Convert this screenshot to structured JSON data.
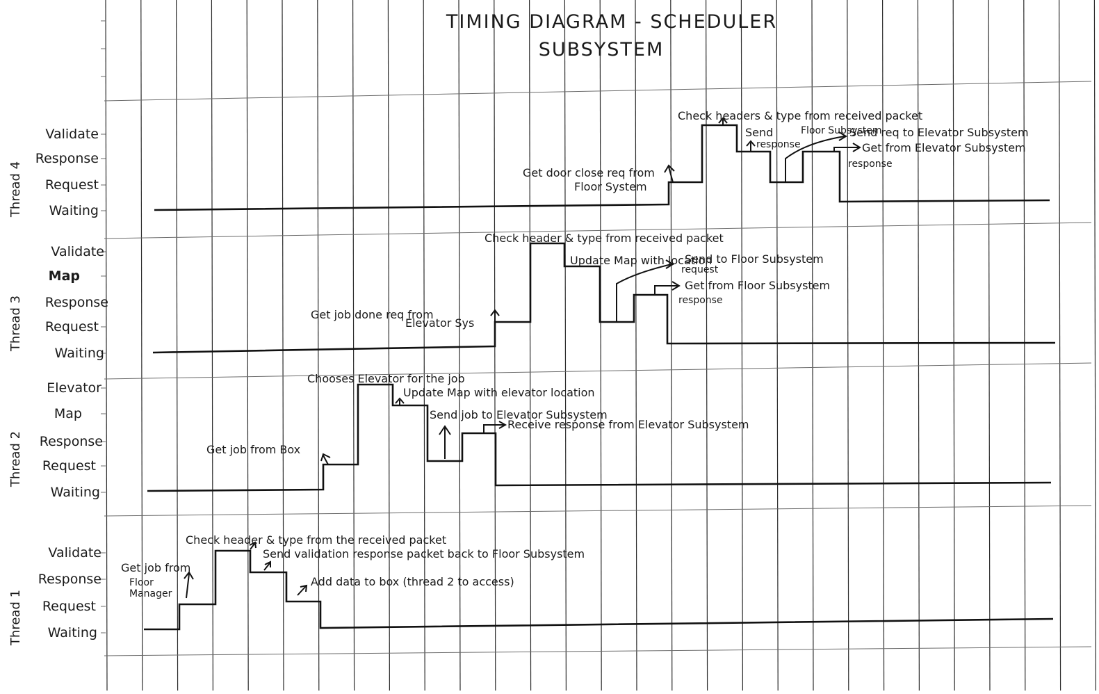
{
  "title": {
    "line1": "TIMING DIAGRAM - SCHEDULER",
    "line2": "SUBSYSTEM"
  },
  "threads": [
    {
      "name": "Thread 4",
      "states": [
        "Validate",
        "Response",
        "Request",
        "Waiting"
      ],
      "notes": [
        "Check headers & type from received packet",
        "Send",
        "response",
        "Floor Subsystem",
        "Send req to Elevator Subsystem",
        "Get from Elevator Subsystem",
        "response",
        "Get door close req from",
        "Floor System"
      ]
    },
    {
      "name": "Thread 3",
      "states": [
        "Validate",
        "Map",
        "Response",
        "Request",
        "Waiting"
      ],
      "notes": [
        "Check header & type from received packet",
        "Update Map with location",
        "Send to Floor Subsystem",
        "request",
        "Get from Floor Subsystem",
        "response",
        "Get job done req from",
        "Elevator Sys"
      ]
    },
    {
      "name": "Thread 2",
      "states": [
        "Elevator",
        "Map",
        "Response",
        "Request",
        "Waiting"
      ],
      "notes": [
        "Chooses Elevator for the job",
        "Update Map with elevator location",
        "Send job to Elevator Subsystem",
        "Receive response from Elevator Subsystem",
        "Get job from Box"
      ]
    },
    {
      "name": "Thread 1",
      "states": [
        "Validate",
        "Response",
        "Request",
        "Waiting"
      ],
      "notes": [
        "Check header & type from the received packet",
        "Send validation response packet back to Floor Subsystem",
        "Add data to box (thread 2 to access)",
        "Get job from",
        "Floor",
        "Manager"
      ]
    }
  ]
}
